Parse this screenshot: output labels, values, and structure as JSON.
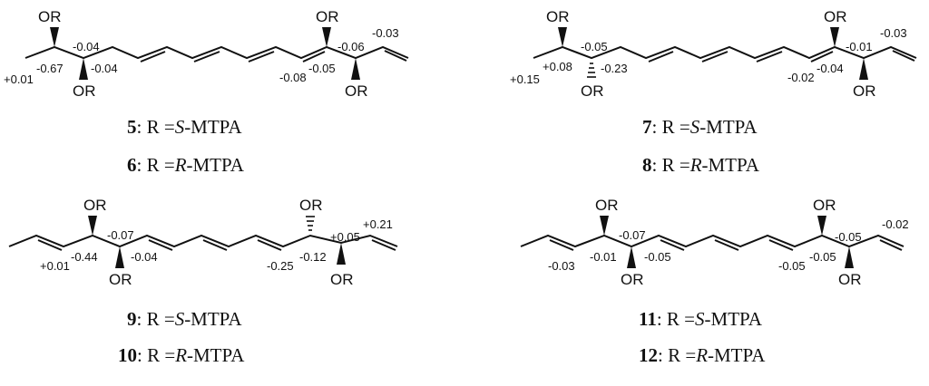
{
  "substituent_label": "OR",
  "captions": [
    {
      "num": "5",
      "text": ": R =",
      "prefix": "S",
      "suffix": "-MTPA"
    },
    {
      "num": "6",
      "text": ": R =",
      "prefix": "R",
      "suffix": "-MTPA"
    },
    {
      "num": "7",
      "text": ": R =",
      "prefix": "S",
      "suffix": "-MTPA"
    },
    {
      "num": "8",
      "text": ": R =",
      "prefix": "R",
      "suffix": "-MTPA"
    },
    {
      "num": "9",
      "text": ": R =",
      "prefix": "S",
      "suffix": "-MTPA"
    },
    {
      "num": "10",
      "text": ": R =",
      "prefix": "R",
      "suffix": "-MTPA"
    },
    {
      "num": "11",
      "text": ": R =",
      "prefix": "S",
      "suffix": "-MTPA"
    },
    {
      "num": "12",
      "text": ": R =",
      "prefix": "R",
      "suffix": "-MTPA"
    }
  ],
  "structures": [
    {
      "deltas": [
        "-0.03",
        "-0.04",
        "-0.04",
        "-0.67",
        "+0.01",
        "-0.06",
        "-0.05",
        "-0.08"
      ]
    },
    {
      "deltas": [
        "-0.03",
        "-0.05",
        "-0.23",
        "+0.08",
        "+0.15",
        "-0.01",
        "-0.04",
        "-0.02"
      ]
    },
    {
      "deltas": [
        "+0.21",
        "-0.07",
        "-0.04",
        "-0.44",
        "+0.01",
        "+0.05",
        "-0.12",
        "-0.25"
      ]
    },
    {
      "deltas": [
        "-0.02",
        "-0.07",
        "-0.05",
        "-0.01",
        "-0.03",
        "-0.05",
        "-0.05",
        "-0.05"
      ]
    }
  ]
}
